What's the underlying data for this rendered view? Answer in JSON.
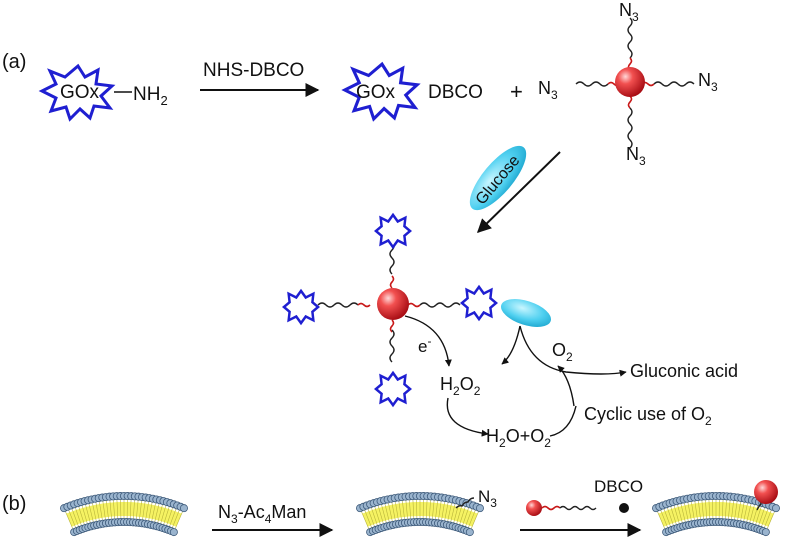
{
  "panel_a": {
    "label": "(a)",
    "gox_label": "GOx",
    "nh2_label": "NH",
    "nh2_sub": "2",
    "reagent_label": "NHS-DBCO",
    "dbco_label": "DBCO",
    "plus": "+",
    "n3_label": "N",
    "n3_sub": "3",
    "glucose_label": "Glucose",
    "electron_label": "e",
    "electron_sup": "-",
    "h2o2_label": {
      "a": "H",
      "b": "2",
      "c": "O",
      "d": "2"
    },
    "o2_label": {
      "a": "O",
      "b": "2"
    },
    "gluconic_label": "Gluconic acid",
    "water_o2_label": {
      "a": "H",
      "b": "2",
      "c": "O+O",
      "d": "2"
    },
    "cyclic_label": {
      "a": "Cyclic use of O",
      "b": "2"
    }
  },
  "panel_b": {
    "label": "(b)",
    "reagent_label": {
      "a": "N",
      "b": "3",
      "c": "-Ac",
      "d": "4",
      "e": "Man"
    },
    "n3_label": {
      "a": "N",
      "b": "3"
    },
    "dbco_label": "DBCO"
  },
  "colors": {
    "enzyme_outline": "#1f1fd1",
    "core_sphere": "#e8202a",
    "glucose_fill": "#4fd0f0",
    "linker_red": "#c81818",
    "lipid_head": "#9ab4ce",
    "lipid_core": "#f5f262"
  },
  "icons": [
    "gox-enzyme-star-icon",
    "red-core-sphere-icon",
    "glucose-ellipse-icon",
    "lipid-bilayer-icon",
    "dbco-probe-icon"
  ]
}
